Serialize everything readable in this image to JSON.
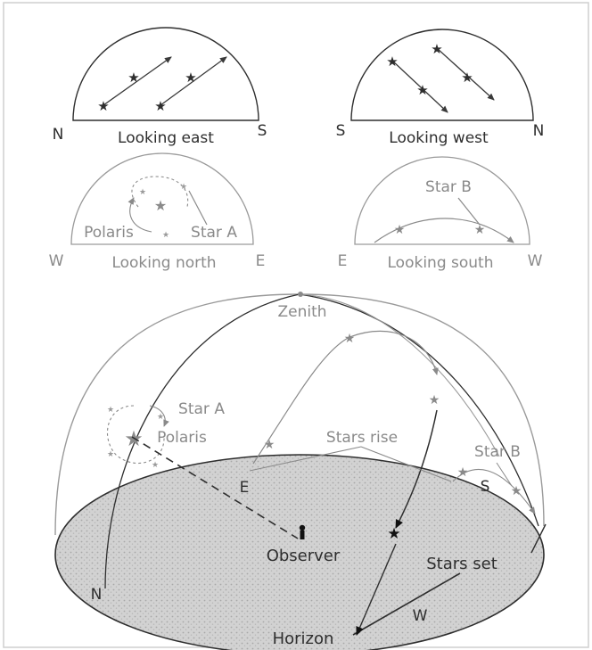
{
  "panels": {
    "east": {
      "caption": "Looking east",
      "left": "N",
      "right": "S"
    },
    "west": {
      "caption": "Looking west",
      "left": "S",
      "right": "N"
    },
    "north": {
      "caption": "Looking north",
      "left": "W",
      "right": "E",
      "polaris": "Polaris",
      "star_a": "Star A"
    },
    "south": {
      "caption": "Looking south",
      "left": "E",
      "right": "W",
      "star_b": "Star B"
    }
  },
  "dome": {
    "zenith": "Zenith",
    "star_a": "Star A",
    "polaris": "Polaris",
    "stars_rise": "Stars rise",
    "star_b": "Star B",
    "e": "E",
    "s": "S",
    "n": "N",
    "w": "W",
    "observer": "Observer",
    "stars_set": "Stars set",
    "horizon": "Horizon"
  },
  "colors": {
    "dark": "#2e2e2e",
    "gray": "#8a8a8a",
    "ground": "#c9c9c9"
  }
}
